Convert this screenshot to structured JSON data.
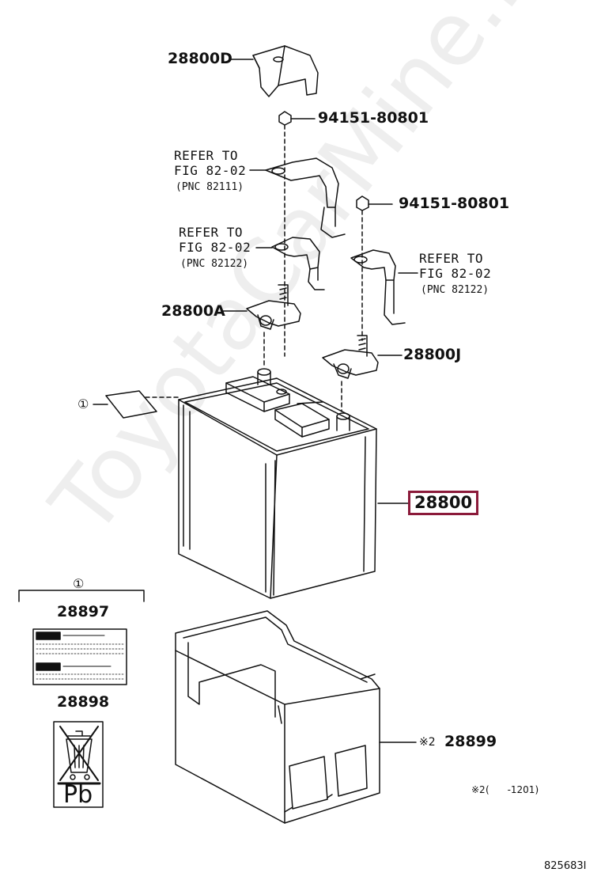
{
  "watermark": "ToyotaCarMine.ru",
  "labels": {
    "terminal_cover": "28800D",
    "nut_upper": "94151-80801",
    "nut_lower": "94151-80801",
    "refer_a": {
      "line1": "REFER TO",
      "line2": "FIG 82-02",
      "line3": "(PNC 82111)"
    },
    "refer_b": {
      "line1": "REFER TO",
      "line2": "FIG 82-02",
      "line3": "(PNC 82122)"
    },
    "refer_c": {
      "line1": "REFER TO",
      "line2": "FIG 82-02",
      "line3": "(PNC 82122)"
    },
    "clamp_a": "28800A",
    "clamp_j": "28800J",
    "battery": "28800",
    "tray": "28899",
    "tray_mark": "※2",
    "label_circle": "①",
    "caution_group_circle": "①",
    "caution_label": "28897",
    "recycle_label": "28898",
    "pb_text": "Pb",
    "footnote_mark": "※2",
    "footnote_range": "(      -1201)",
    "figure_id": "825683I"
  },
  "colors": {
    "highlight": "#8b1a3a",
    "line": "#111111"
  }
}
